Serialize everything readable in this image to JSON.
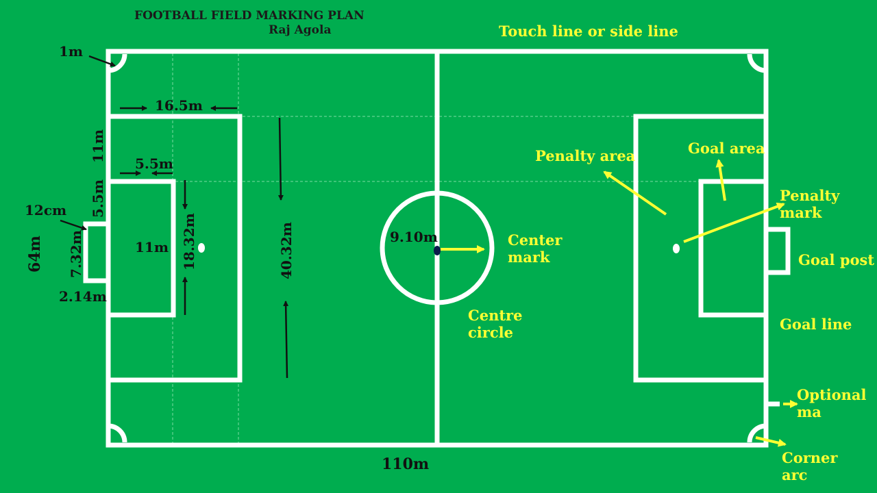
{
  "title": {
    "heading": "FOOTBALL FIELD MARKING PLAN",
    "author": "Raj Agola"
  },
  "measurements": {
    "corner_arc_radius": "1m",
    "penalty_area_depth": "16.5m",
    "goal_area_depth": "5.5m",
    "penalty_area_side_offset": "11m",
    "goal_area_side_offset": "5.5m",
    "line_width": "12cm",
    "goal_width": "7.32m",
    "goal_depth": "2.14m",
    "penalty_mark_distance": "11m",
    "goal_area_width": "18.32m",
    "penalty_area_width": "40.32m",
    "centre_circle_radius": "9.10m",
    "field_width": "64m",
    "field_length": "110m"
  },
  "labels": {
    "touch_line": "Touch line or side line",
    "penalty_area": "Penalty area",
    "goal_area": "Goal area",
    "penalty_mark": [
      "Penalty",
      "mark"
    ],
    "center_mark": [
      "Center",
      "mark"
    ],
    "goal_post": "Goal post",
    "centre_circle": [
      "Centre",
      "circle"
    ],
    "goal_line": "Goal line",
    "optional_mark": [
      "Optional",
      "ma"
    ],
    "corner_arc": [
      "Corner",
      "arc"
    ]
  },
  "colors": {
    "field": "#00AD4F",
    "lines": "#FFFFFF",
    "labels": "#FFFF33",
    "measurements": "#111111"
  }
}
